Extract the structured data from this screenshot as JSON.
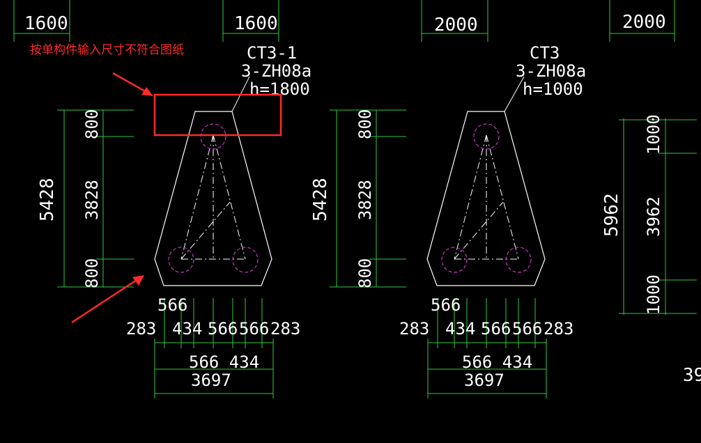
{
  "annotation": {
    "note": "按单构件输入尺寸不符合图纸",
    "colors": {
      "note": "#ff2a2a",
      "box": "#ff2a2a",
      "arrow": "#ff2a2a"
    }
  },
  "colors": {
    "background": "#000000",
    "outline": "#ffffff",
    "dimension": "#2ecc40",
    "pile": "#cc33cc",
    "centerline": "#ffffff"
  },
  "top_dims": [
    "1600",
    "1600",
    "2000",
    "2000"
  ],
  "cap1": {
    "label": "CT3-1",
    "pile_spec": "3-ZH08a",
    "height": "h=1800",
    "total_height": "5428",
    "segments": [
      "800",
      "3828",
      "800"
    ],
    "pile_spacing": "566",
    "bottom_row": [
      "283",
      "434",
      "566",
      "566",
      "283"
    ],
    "bottom_row2": "566 434",
    "total_width": "3697"
  },
  "cap2": {
    "label": "CT3",
    "pile_spec": "3-ZH08a",
    "height": "h=1000",
    "total_height": "5428",
    "segments": [
      "800",
      "3828",
      "800"
    ],
    "pile_spacing": "566",
    "bottom_row": [
      "283",
      "434",
      "566",
      "566",
      "283"
    ],
    "bottom_row2": "566 434",
    "total_width": "3697"
  },
  "right_dims": {
    "total": "5962",
    "segments": [
      "1000",
      "3962",
      "1000"
    ],
    "partial": "39"
  }
}
